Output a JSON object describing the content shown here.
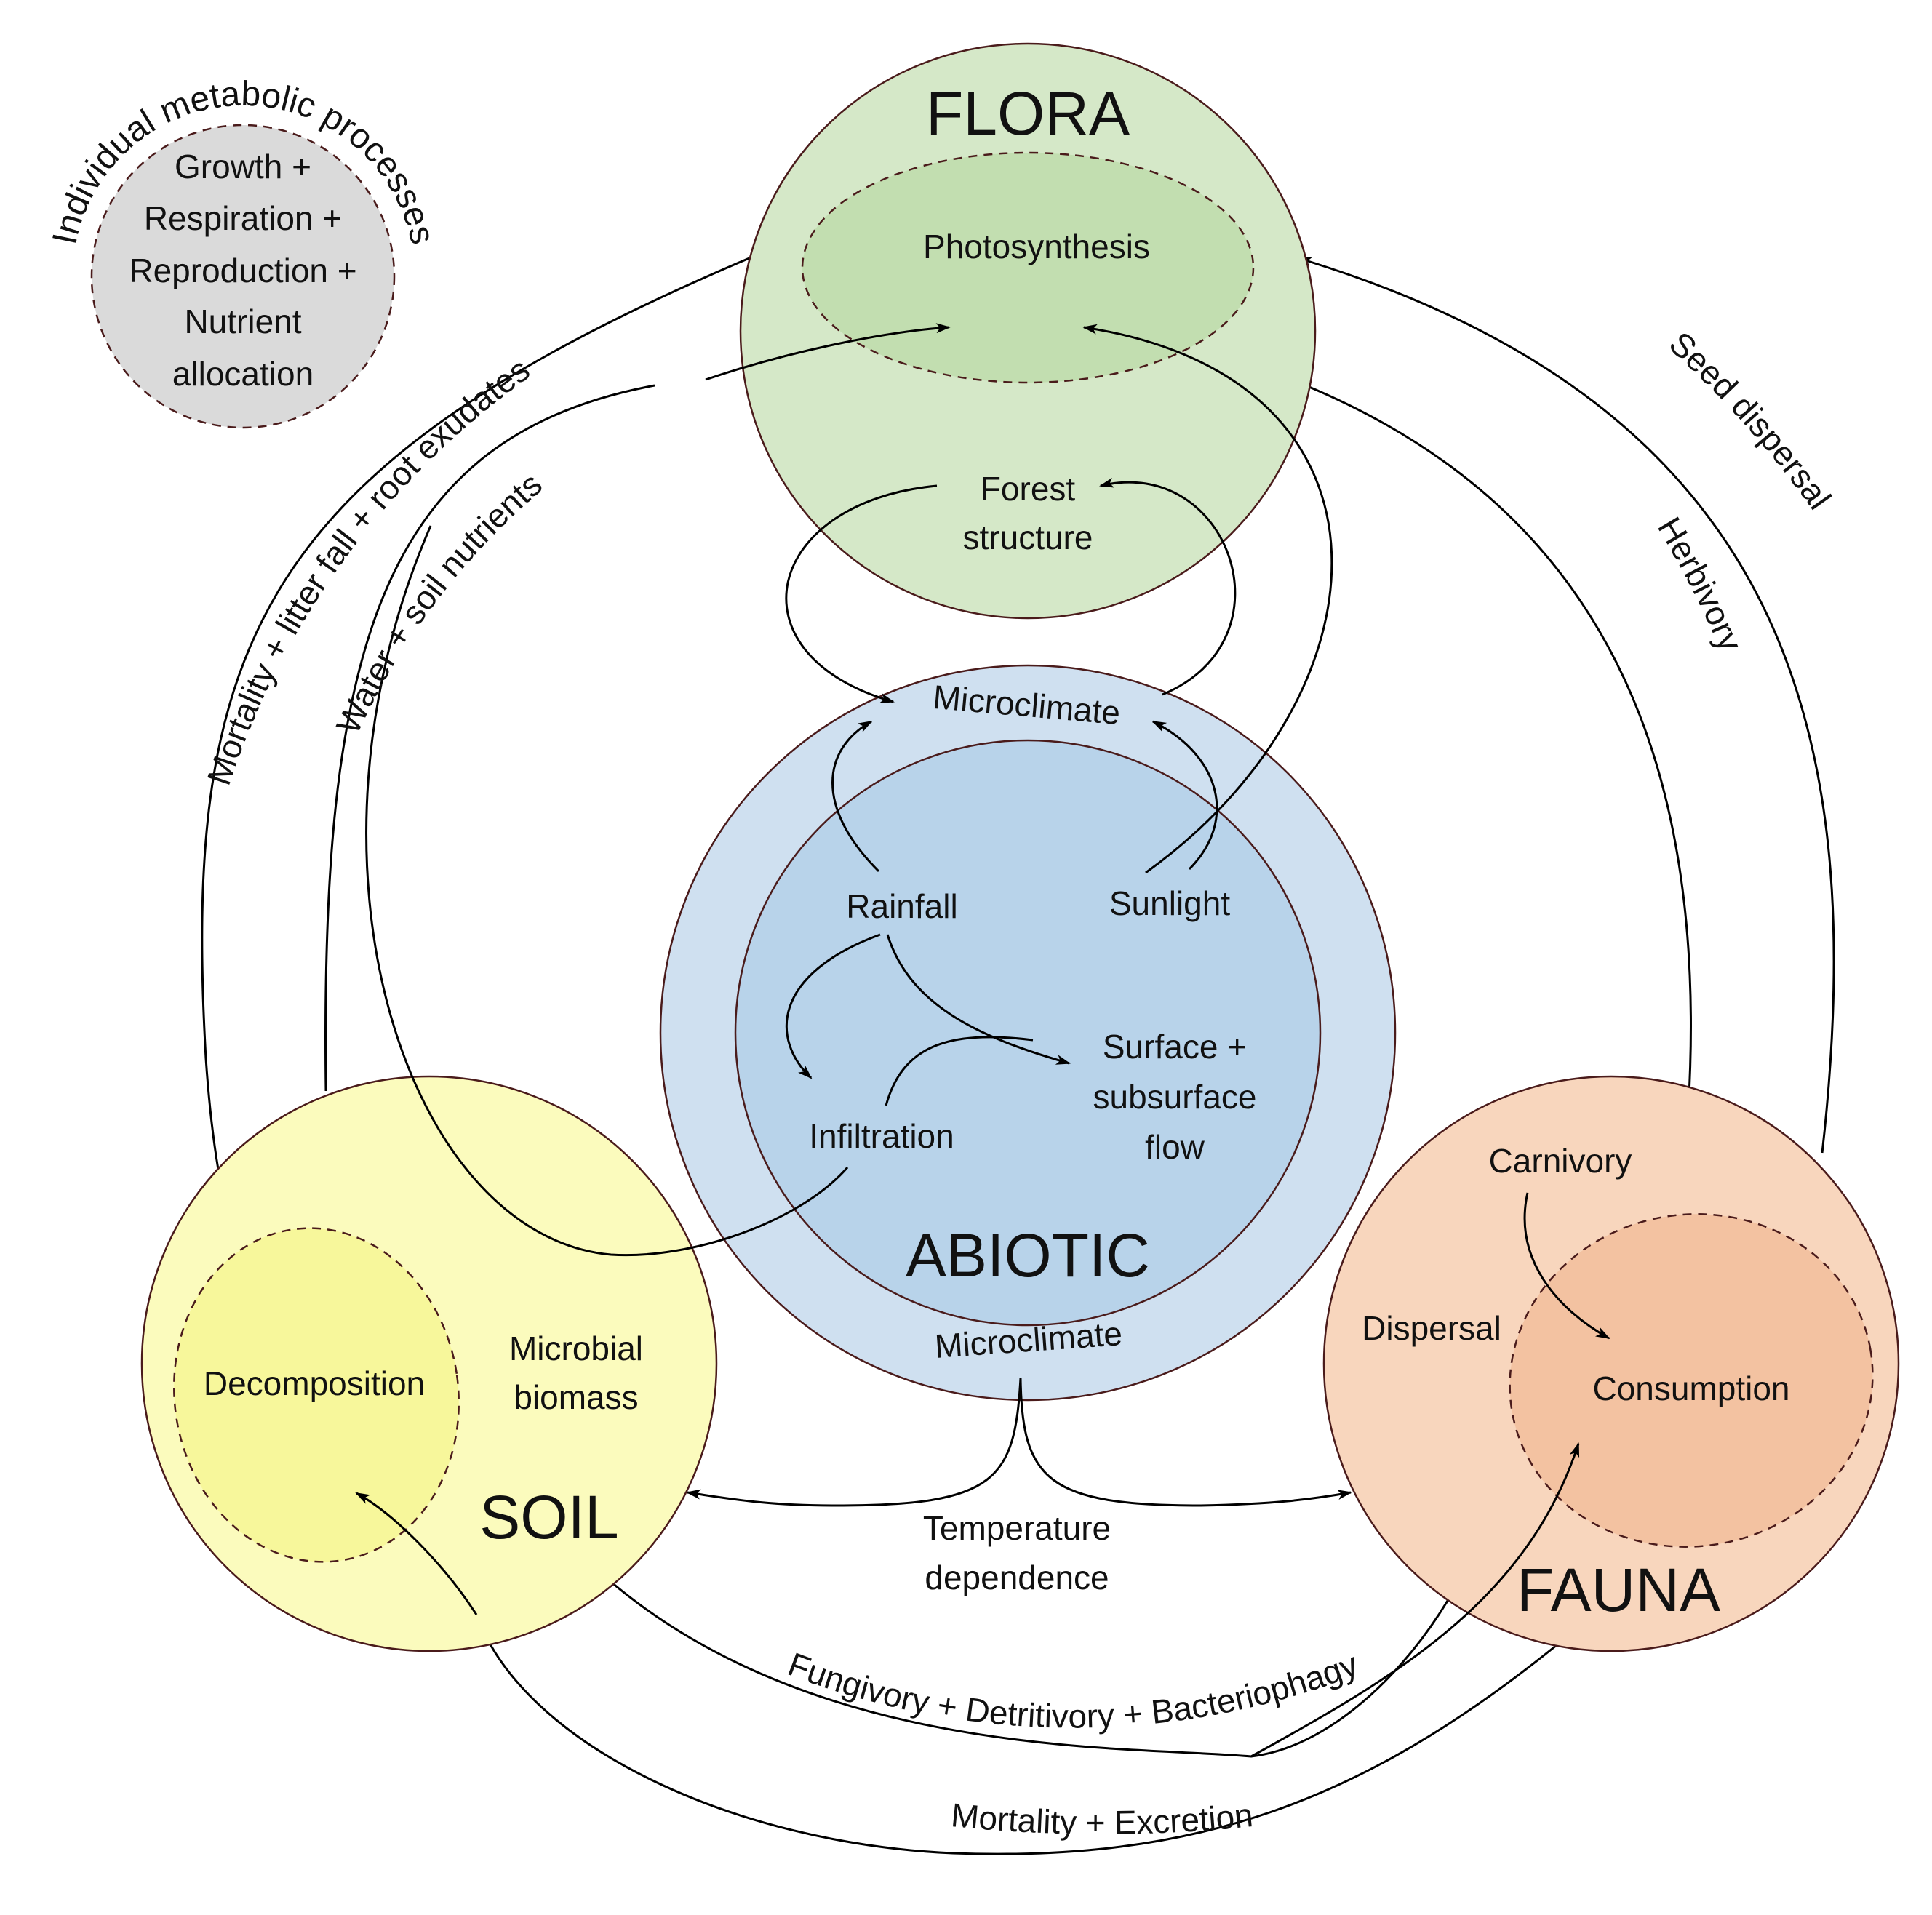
{
  "metabolic": {
    "arc_label": "Individual metabolic processes",
    "lines": [
      "Growth +",
      "Respiration +",
      "Reproduction +",
      "Nutrient",
      "allocation"
    ]
  },
  "flora": {
    "title": "FLORA",
    "inner": "Photosynthesis",
    "structure": [
      "Forest",
      "structure"
    ]
  },
  "abiotic": {
    "title": "ABIOTIC",
    "microclimate_top": "Microclimate",
    "microclimate_bottom": "Microclimate",
    "rainfall": "Rainfall",
    "sunlight": "Sunlight",
    "infiltration": "Infiltration",
    "flow": [
      "Surface +",
      "subsurface",
      "flow"
    ]
  },
  "soil": {
    "title": "SOIL",
    "inner": "Decomposition",
    "microbial": [
      "Microbial",
      "biomass"
    ]
  },
  "fauna": {
    "title": "FAUNA",
    "inner": "Consumption",
    "carnivory": "Carnivory",
    "dispersal": "Dispersal"
  },
  "links": {
    "mortality_litter": "Mortality + litter fall + root exudates",
    "water_nutrients": "Water + soil nutrients",
    "seed_dispersal": "Seed dispersal",
    "herbivory": "Herbivory",
    "fungivory": "Fungivory + Detritivory + Bacteriophagy",
    "mortality_excretion": "Mortality + Excretion",
    "temperature": [
      "Temperature",
      "dependence"
    ]
  },
  "colors": {
    "flora_fill": "#d5e8c8",
    "flora_inner": "#c2deb0",
    "abiotic_outer": "#cfe0f0",
    "abiotic_inner": "#b8d3ea",
    "soil_fill": "#fbfbbd",
    "soil_inner": "#f7f79b",
    "fauna_fill": "#f8d6bd",
    "fauna_inner": "#f3c2a1",
    "metabolic_fill": "#dadada",
    "outline": "#4a1b1b"
  }
}
